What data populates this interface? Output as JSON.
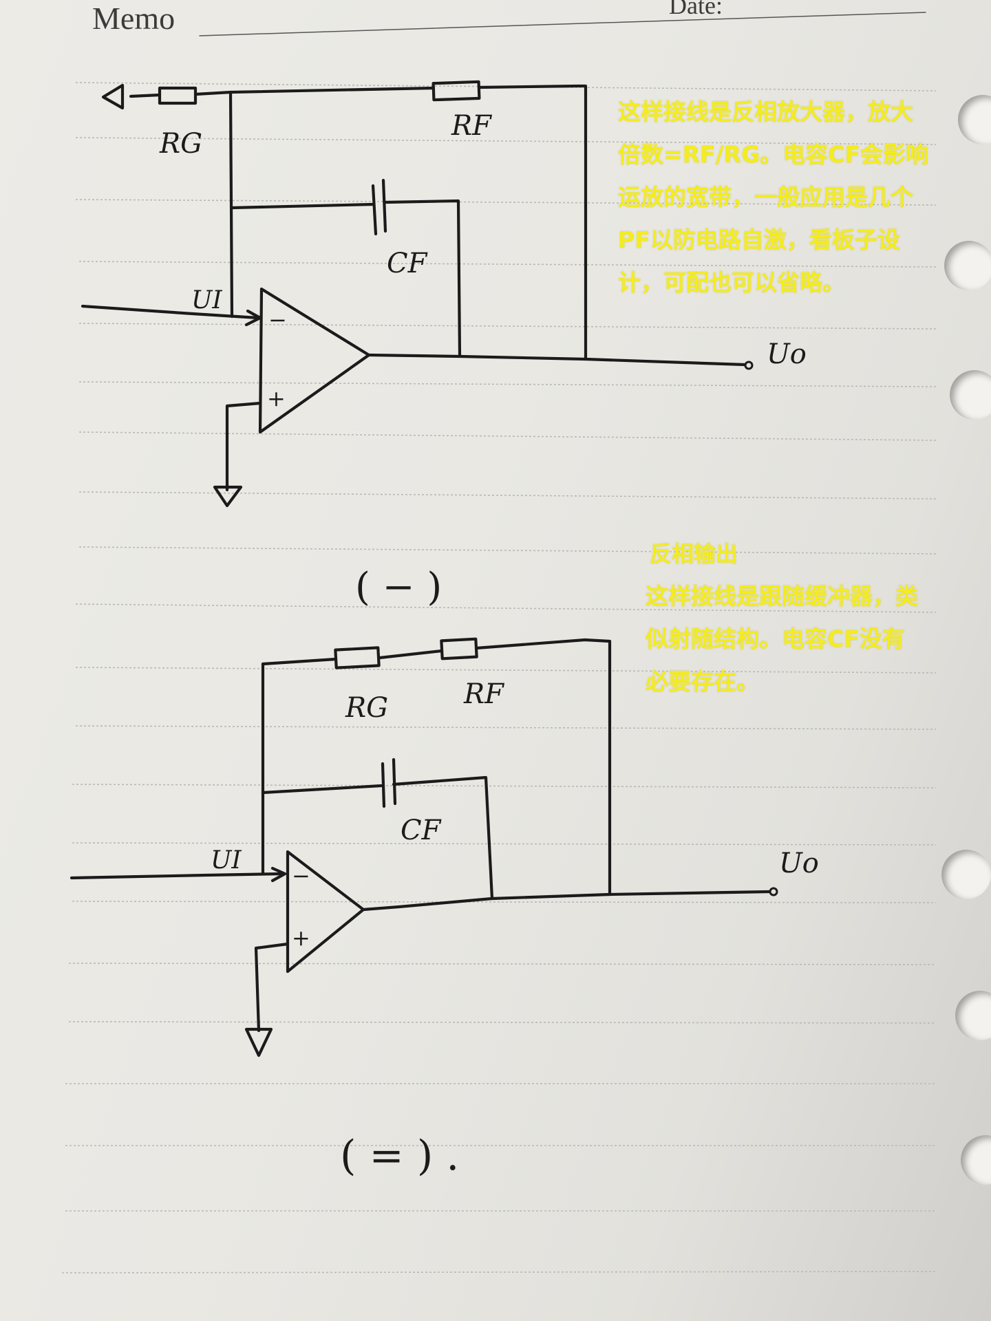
{
  "header": {
    "memo_label": "Memo",
    "date_label": "Date:"
  },
  "circuit1": {
    "rg_label": "RG",
    "rf_label": "RF",
    "cf_label": "CF",
    "input_label": "UI",
    "output_label": "Uo",
    "minus_sign": "−",
    "plus_sign": "+",
    "caption": "( − )",
    "note": "这样接线是反相放大器，放大\n倍数=RF/RG。电容CF会影响\n运放的宽带，一般应用是几个\nPF以防电路自激，看板子设\n计，可配也可以省略。"
  },
  "circuit2": {
    "rg_label": "RG",
    "rf_label": "RF",
    "cf_label": "CF",
    "input_label": "UI",
    "output_label": "Uo",
    "minus_sign": "−",
    "plus_sign": "+",
    "caption": "( = ) .",
    "note_title": "反相输出",
    "note": "这样接线是跟随缓冲器，类\n似射随结构。电容CF没有\n必要存在。"
  },
  "colors": {
    "ink": "#1b1b1b",
    "annotation": "#f4ec1e",
    "paper": "#e9e8e3"
  }
}
